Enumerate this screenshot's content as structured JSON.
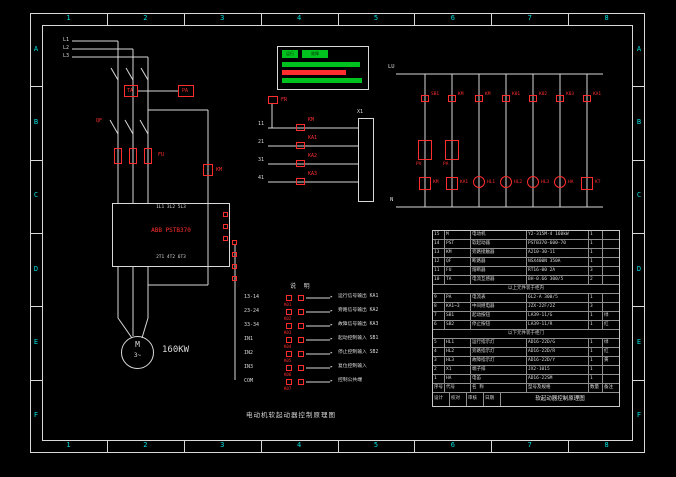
{
  "colors": {
    "line": "#d8d8d8",
    "red": "#ff2e2e",
    "green": "#00c21f",
    "cyan": "#00e0e0",
    "bg": "#000000"
  },
  "frame": {
    "cols": [
      "1",
      "2",
      "3",
      "4",
      "5",
      "6",
      "7",
      "8"
    ],
    "rows": [
      "A",
      "B",
      "C",
      "D",
      "E",
      "F"
    ]
  },
  "power": {
    "phases": [
      "L1",
      "L2",
      "L3"
    ],
    "ct_label": "TA",
    "ammeter_label": "PA",
    "breaker_label": "QF",
    "fuse_label": "FU",
    "bypass_label": "KM",
    "overload_label": "FR",
    "starter": {
      "name": "ABB PSTB370",
      "top_terminals": "1L1  3L2  5L3",
      "bottom_terminals": "2T1  4T2  6T3"
    },
    "motor": {
      "symbol": "M",
      "phase": "3~",
      "power": "160KW"
    }
  },
  "indicator": {
    "chips": [
      "运行",
      "故障"
    ],
    "bars": [
      {
        "color": "#00c21f",
        "w": 78
      },
      {
        "color": "#ff2e2e",
        "w": 64
      },
      {
        "color": "#00c21f",
        "w": 80
      }
    ]
  },
  "control": {
    "terminal_block": "X1",
    "rows": [
      {
        "left": "11",
        "label": "KM"
      },
      {
        "left": "21",
        "label": "KA1"
      },
      {
        "left": "31",
        "label": "KA2"
      },
      {
        "left": "41",
        "label": "KA3"
      }
    ]
  },
  "ladder": {
    "bus_top": "LU",
    "bus_bottom": "N",
    "meters": [
      {
        "label": "PV"
      },
      {
        "label": "PA"
      }
    ],
    "branches": [
      {
        "contact": "SB1",
        "comp": "KM",
        "kind": "coil"
      },
      {
        "contact": "KM",
        "comp": "KA1",
        "kind": "coil"
      },
      {
        "contact": "KM",
        "comp": "HL1",
        "kind": "lamp"
      },
      {
        "contact": "K01",
        "comp": "HL2",
        "kind": "lamp"
      },
      {
        "contact": "K02",
        "comp": "HL3",
        "kind": "lamp"
      },
      {
        "contact": "K03",
        "comp": "HA",
        "kind": "lamp"
      },
      {
        "contact": "KA1",
        "comp": "KT",
        "kind": "coil"
      }
    ]
  },
  "terminals": {
    "heading": "说 明",
    "rows": [
      {
        "term": "13-14",
        "relay": "K01",
        "desc": "运行信号输出 KA1"
      },
      {
        "term": "23-24",
        "relay": "K02",
        "desc": "旁路信号输出 KA2"
      },
      {
        "term": "33-34",
        "relay": "K03",
        "desc": "故障信号输出 KA3"
      },
      {
        "term": "IN1",
        "relay": "K04",
        "desc": "起动控制输入 SB1"
      },
      {
        "term": "IN2",
        "relay": "K05",
        "desc": "停止控制输入 SB2"
      },
      {
        "term": "IN3",
        "relay": "K06",
        "desc": "复位控制输入"
      },
      {
        "term": "COM",
        "relay": "K07",
        "desc": "控制公共端"
      }
    ]
  },
  "parts_table": {
    "header": [
      "序号",
      "代号",
      "名 称",
      "型号及规格",
      "数量",
      "备注"
    ],
    "rows": [
      {
        "no": "15",
        "code": "M",
        "name": "电动机",
        "spec": "Y2-315M-4 160kW",
        "qty": "1",
        "note": ""
      },
      {
        "no": "14",
        "code": "PST",
        "name": "软起动器",
        "spec": "PSTB370-600-70",
        "qty": "1",
        "note": ""
      },
      {
        "no": "13",
        "code": "KM",
        "name": "旁路接触器",
        "spec": "A210-30-11",
        "qty": "1",
        "note": ""
      },
      {
        "no": "12",
        "code": "QF",
        "name": "断路器",
        "spec": "NSX400N 350A",
        "qty": "1",
        "note": ""
      },
      {
        "no": "11",
        "code": "FU",
        "name": "熔断器",
        "spec": "RT16-00 2A",
        "qty": "3",
        "note": ""
      },
      {
        "no": "10",
        "code": "TA",
        "name": "电流互感器",
        "spec": "BH-0.66 300/5",
        "qty": "2",
        "note": ""
      },
      {
        "section": "以上元件装于柜内"
      },
      {
        "no": "9",
        "code": "PA",
        "name": "电流表",
        "spec": "6L2-A 300/5",
        "qty": "1",
        "note": ""
      },
      {
        "no": "8",
        "code": "KA1~3",
        "name": "中间继电器",
        "spec": "JZX-22F/2Z",
        "qty": "3",
        "note": ""
      },
      {
        "no": "7",
        "code": "SB1",
        "name": "起动按钮",
        "spec": "LA39-11/G",
        "qty": "1",
        "note": "绿"
      },
      {
        "no": "6",
        "code": "SB2",
        "name": "停止按钮",
        "spec": "LA39-11/R",
        "qty": "1",
        "note": "红"
      },
      {
        "section": "以下元件装于柜门"
      },
      {
        "no": "5",
        "code": "HL1",
        "name": "运行指示灯",
        "spec": "AD16-22D/G",
        "qty": "1",
        "note": "绿"
      },
      {
        "no": "4",
        "code": "HL2",
        "name": "旁路指示灯",
        "spec": "AD16-22D/R",
        "qty": "1",
        "note": "红"
      },
      {
        "no": "3",
        "code": "HL3",
        "name": "故障指示灯",
        "spec": "AD16-22D/Y",
        "qty": "1",
        "note": "黄"
      },
      {
        "no": "2",
        "code": "X1",
        "name": "端子排",
        "spec": "JX2-1015",
        "qty": "1",
        "note": ""
      },
      {
        "no": "1",
        "code": "HA",
        "name": "电笛",
        "spec": "AD16-22SM",
        "qty": "1",
        "note": ""
      }
    ],
    "title_block": {
      "cells": [
        "设计",
        "校对",
        "审核",
        "日期"
      ],
      "title": "软起动器控制原理图"
    }
  },
  "footer_title": "电动机软起动器控制原理图"
}
